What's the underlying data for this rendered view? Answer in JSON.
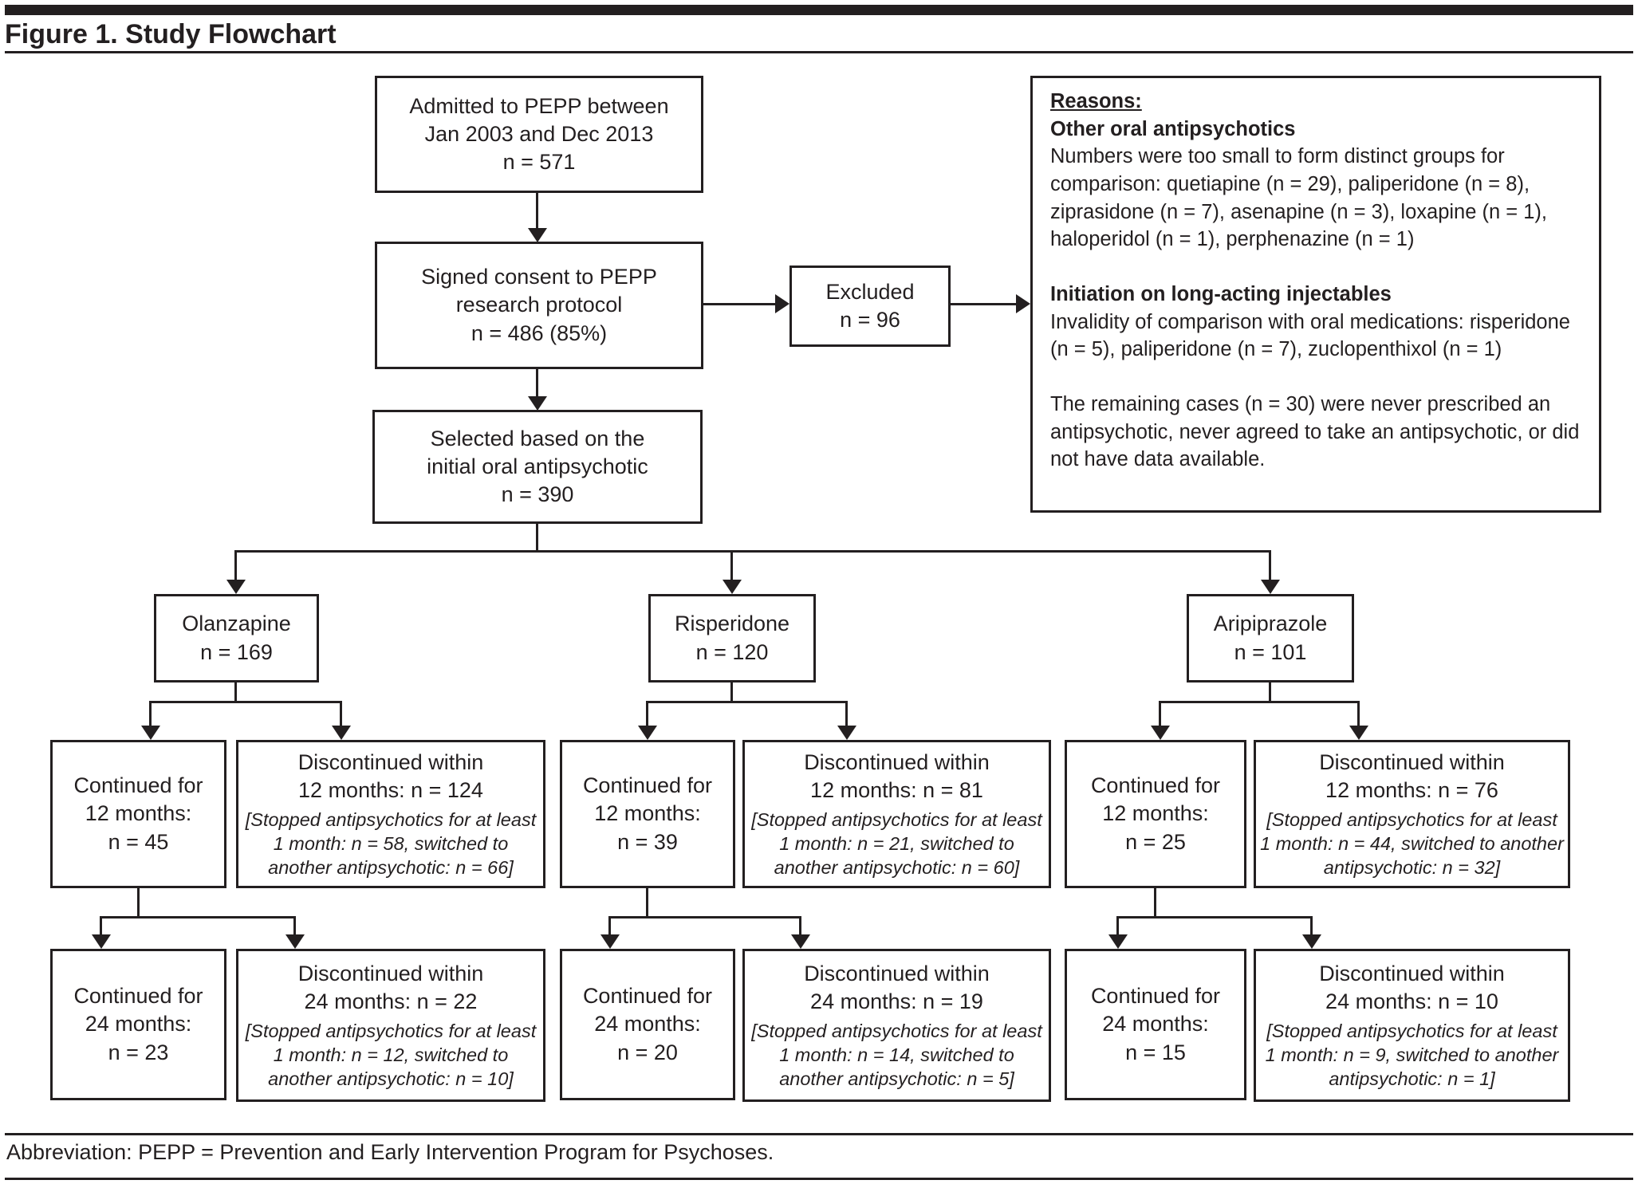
{
  "colors": {
    "ink": "#231f20",
    "background": "#ffffff"
  },
  "header": {
    "title": "Figure 1. Study Flowchart"
  },
  "flow": {
    "admitted": "Admitted to PEPP between\nJan 2003 and Dec 2013\nn = 571",
    "consent": "Signed consent to PEPP\nresearch protocol\nn = 486 (85%)",
    "excluded": "Excluded\nn = 96",
    "selected": "Selected based on the\ninitial oral antipsychotic\nn = 390"
  },
  "reasons": {
    "heading": "Reasons:",
    "other_oral_title": "Other oral antipsychotics",
    "other_oral_body": "Numbers were too small to form distinct groups for comparison: quetiapine (n = 29), paliperidone (n = 8), ziprasidone (n = 7), asenapine (n = 3), loxapine (n = 1), haloperidol (n = 1), perphenazine (n = 1)",
    "lai_title": "Initiation on long-acting injectables",
    "lai_body": "Invalidity of comparison with oral medications: risperidone (n = 5), paliperidone (n = 7), zuclopenthixol (n = 1)",
    "note": "The remaining cases (n = 30) were never prescribed an antipsychotic, never agreed to take an antipsychotic, or did not have data available."
  },
  "branches": [
    {
      "drug": "Olanzapine\nn = 169",
      "cont12": "Continued for\n12 months:\nn = 45",
      "disc12_head": "Discontinued within\n12 months: n = 124",
      "disc12_detail": "[Stopped antipsychotics for at least 1 month: n = 58, switched to another antipsychotic: n = 66]",
      "cont24": "Continued for\n24 months:\nn = 23",
      "disc24_head": "Discontinued within\n24 months: n = 22",
      "disc24_detail": "[Stopped antipsychotics for at least 1 month: n = 12, switched to another antipsychotic: n = 10]"
    },
    {
      "drug": "Risperidone\nn = 120",
      "cont12": "Continued for\n12 months:\nn = 39",
      "disc12_head": "Discontinued within\n12 months: n = 81",
      "disc12_detail": "[Stopped antipsychotics for at least 1 month: n = 21, switched to another antipsychotic: n = 60]",
      "cont24": "Continued for\n24 months:\nn = 20",
      "disc24_head": "Discontinued within\n24 months: n = 19",
      "disc24_detail": "[Stopped antipsychotics for at least 1 month: n = 14, switched to another antipsychotic: n = 5]"
    },
    {
      "drug": "Aripiprazole\nn = 101",
      "cont12": "Continued for\n12 months:\nn = 25",
      "disc12_head": "Discontinued within\n12 months: n = 76",
      "disc12_detail": "[Stopped antipsychotics for at least 1 month: n = 44, switched to another antipsychotic: n = 32]",
      "cont24": "Continued for\n24 months:\nn = 15",
      "disc24_head": "Discontinued within\n24 months: n = 10",
      "disc24_detail": "[Stopped antipsychotics for at least 1 month: n = 9, switched to another antipsychotic: n = 1]"
    }
  ],
  "footer": {
    "text": "Abbreviation: PEPP = Prevention and Early Intervention Program for Psychoses."
  }
}
